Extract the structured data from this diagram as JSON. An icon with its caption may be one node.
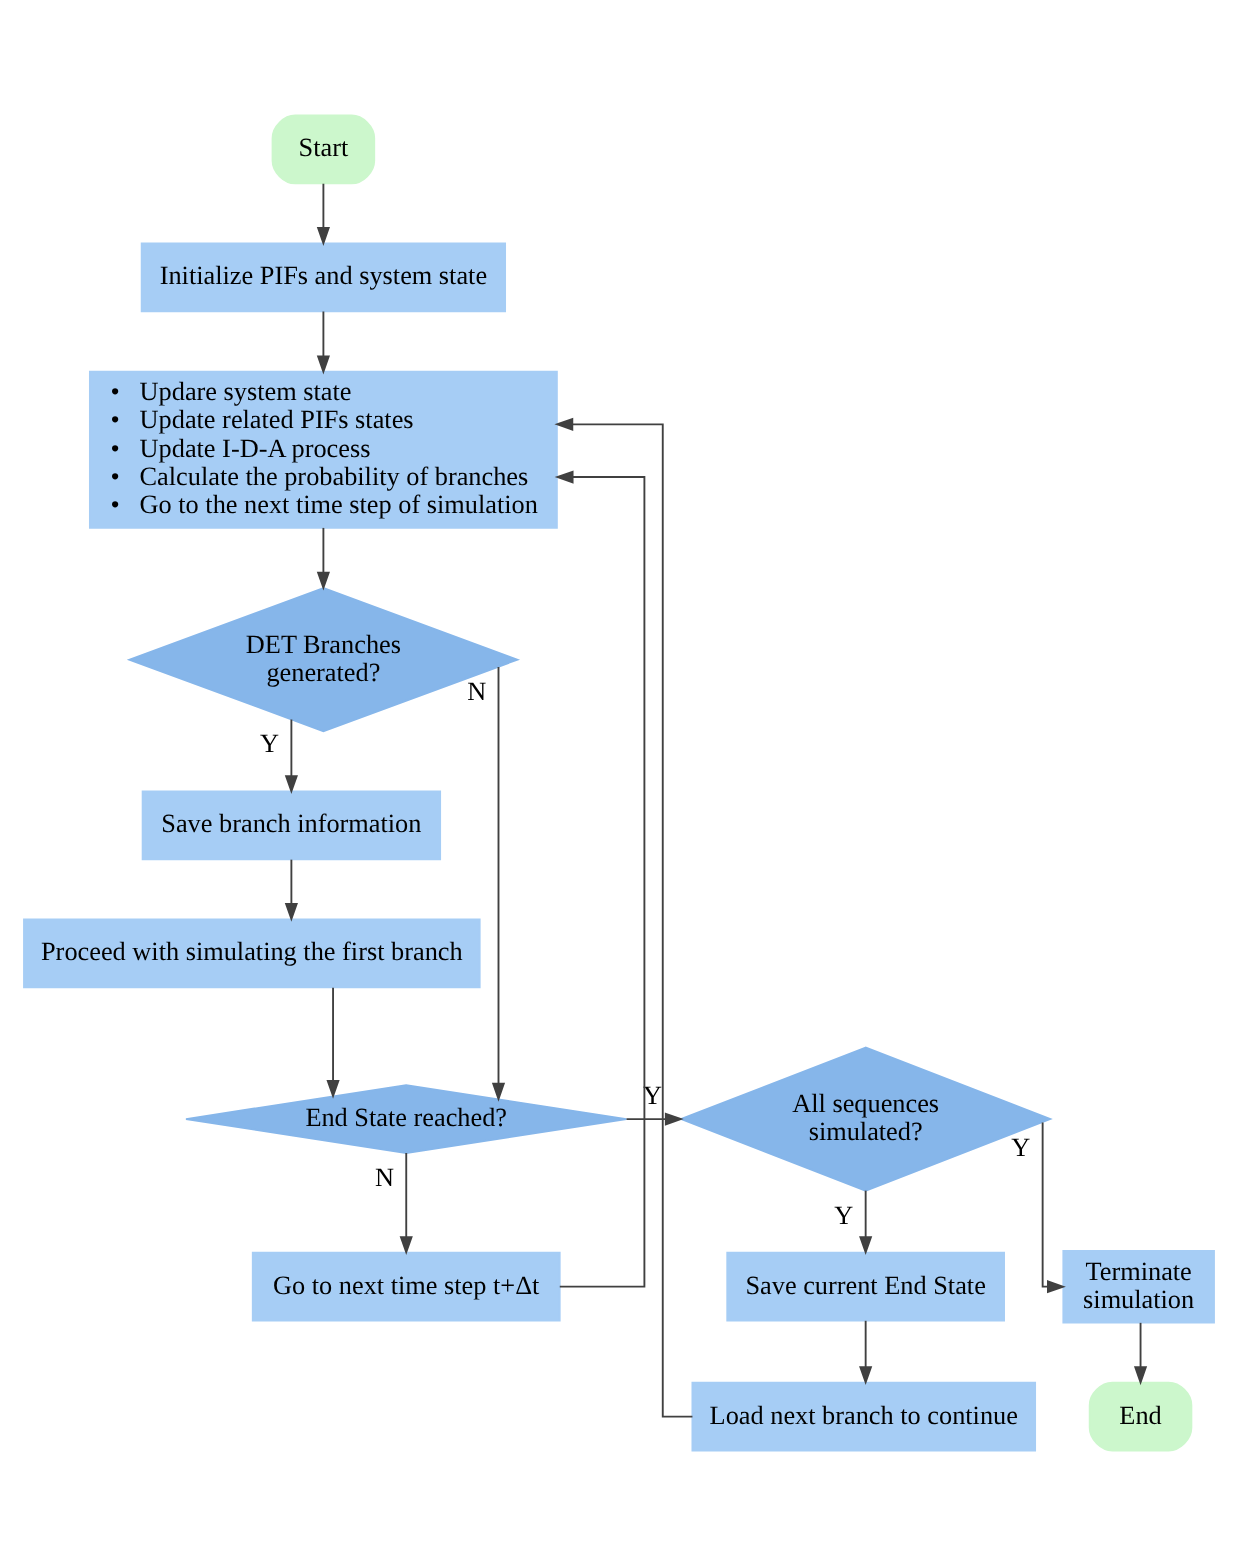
{
  "diagram": {
    "nodes": [
      {
        "text": [
          "Start"
        ]
      },
      {
        "text": [
          "Initialize PIFs and system state"
        ]
      },
      {
        "text": [
          "•   Updare system state",
          "•   Update related PIFs states",
          "•   Update I-D-A process",
          "•   Calculate the probability of branches",
          "•   Go to the next time step of simulation"
        ]
      },
      {
        "text": [
          "DET Branches generated?"
        ]
      },
      {
        "text": [
          "Save branch information"
        ]
      },
      {
        "text": [
          "Proceed with simulating the first branch"
        ]
      },
      {
        "text": [
          "End State reached?"
        ]
      },
      {
        "text": [
          "Go to next time step t+Δt"
        ]
      },
      {
        "text": [
          "All sequences simulated?"
        ]
      },
      {
        "text": [
          "Terminate simulation"
        ]
      },
      {
        "text": [
          "End"
        ]
      },
      {
        "text": [
          "Save current End State"
        ]
      },
      {
        "text": [
          "Load next branch to continue"
        ]
      }
    ],
    "edges": [
      {
        "from": 0,
        "to": 1,
        "arrow": "to"
      },
      {
        "from": 1,
        "to": 2,
        "arrow": "to"
      },
      {
        "from": 2,
        "to": 3,
        "arrow": "to"
      },
      {
        "from": 3,
        "to": 4,
        "arrow": "to",
        "label": "Y"
      },
      {
        "from": 3,
        "to": 6,
        "arrow": "to",
        "label": "N"
      },
      {
        "from": 4,
        "to": 5,
        "arrow": "to"
      },
      {
        "from": 5,
        "to": 6,
        "arrow": "to"
      },
      {
        "from": 6,
        "to": 7,
        "arrow": "to",
        "label": "N"
      },
      {
        "from": 6,
        "to": 8,
        "arrow": "to",
        "label": "Y"
      },
      {
        "from": 8,
        "to": 9,
        "arrow": "to",
        "label": "Y"
      },
      {
        "from": 9,
        "to": 10,
        "arrow": "to"
      },
      {
        "from": 8,
        "to": 11,
        "arrow": "to",
        "label": "Y"
      },
      {
        "from": 11,
        "to": 12,
        "arrow": "to"
      },
      {
        "from": 7,
        "to": 2,
        "arrow": "to"
      },
      {
        "from": 12,
        "to": 2,
        "arrow": "to"
      }
    ]
  }
}
